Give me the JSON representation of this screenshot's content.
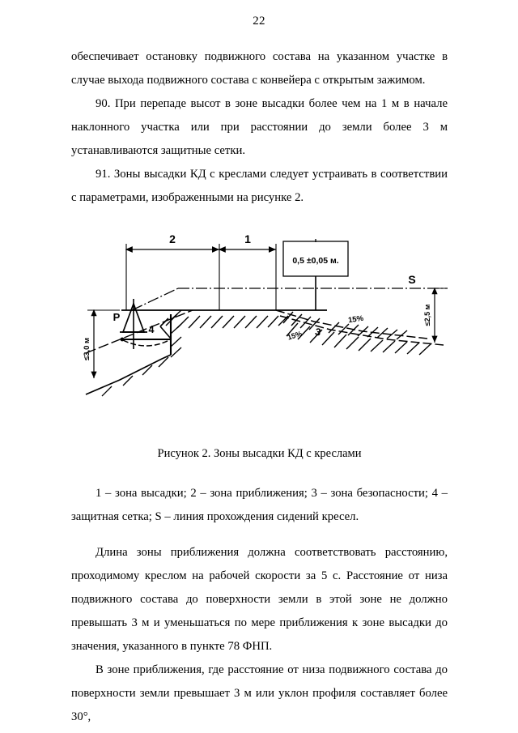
{
  "page": {
    "number": "22"
  },
  "paragraphs": {
    "p1": "обеспечивает остановку подвижного состава на указанном участке в случае выхода подвижного состава с конвейера с открытым зажимом.",
    "p2": "90. При перепаде высот в зоне высадки более чем на 1 м в начале наклонного участка или при расстоянии до земли более 3 м устанавливаются защитные сетки.",
    "p3": "91. Зоны высадки КД с креслами следует устраивать в соответствии с параметрами, изображенными на рисунке 2.",
    "p4": "Длина зоны приближения должна соответствовать расстоянию, проходимому креслом на рабочей скорости за 5 с. Расстояние от низа подвижного состава до поверхности земли в этой зоне не должно превышать 3 м и уменьшаться по мере приближения к зоне высадки до значения, указанного в пункте 78 ФНП.",
    "p5": "В зоне приближения, где расстояние от низа подвижного состава до поверхности земли превышает 3 м или уклон профиля составляет более 30°,"
  },
  "figure": {
    "caption": "Рисунок 2. Зоны высадки КД с креслами",
    "legend": "1 – зона высадки; 2 – зона приближения; 3 – зона безопасности; 4 – защитная сетка; S – линия прохождения сидений кресел.",
    "labels": {
      "zone_2": "2",
      "zone_1": "1",
      "zone_3": "3",
      "net_4": "4",
      "pylon_p": "P",
      "seat_line_s": "S",
      "callout_clearance": "0,5 ±0,05 м.",
      "dim_height_left": "≤3,0 м",
      "dim_height_right": "≤2,5 м",
      "slope_upper": "15%",
      "slope_lower": "15%"
    }
  }
}
